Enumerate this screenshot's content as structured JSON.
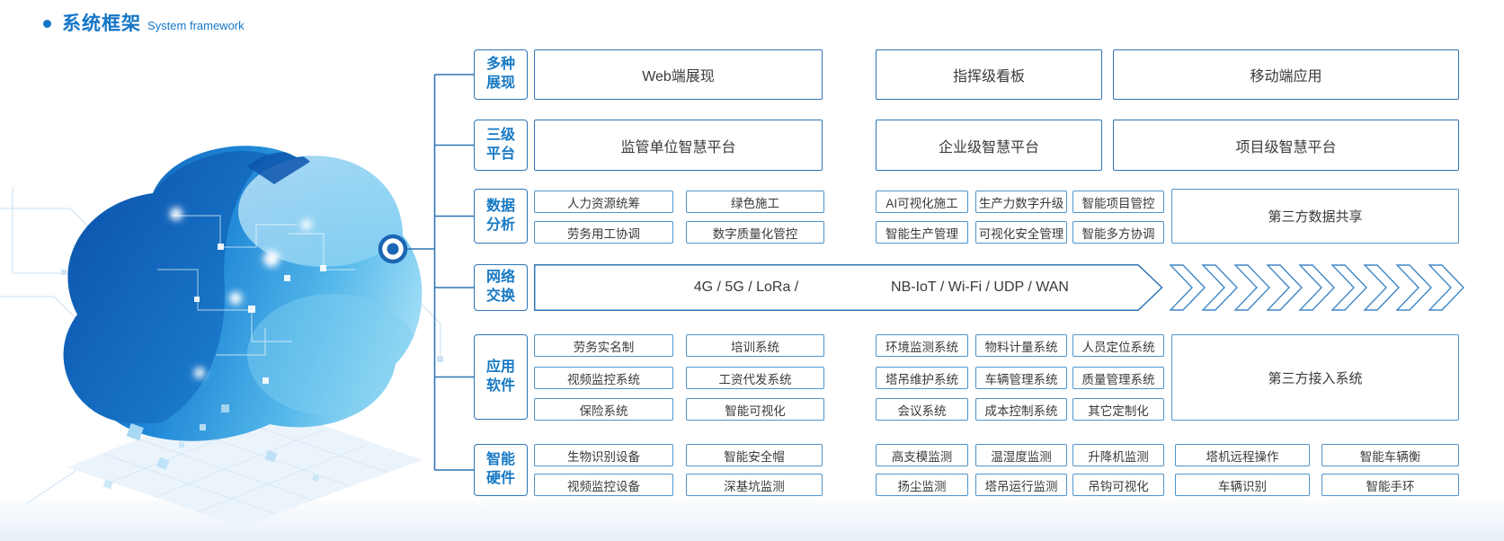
{
  "title": {
    "zh": "系统框架",
    "en": "System framework"
  },
  "colors": {
    "accent_blue": "#1576c8",
    "connector_line": "#2e75b6",
    "box_border": "#4e94cc",
    "box_text": "#3a3a3a",
    "cloud_dark": "#0e5cb5",
    "cloud_light": "#a5e0f7"
  },
  "rows": [
    {
      "label": [
        "多种",
        "展现"
      ],
      "boxes": [
        "Web端展现",
        "指挥级看板",
        "移动端应用"
      ]
    },
    {
      "label": [
        "三级",
        "平台"
      ],
      "boxes": [
        "监管单位智慧平台",
        "企业级智慧平台",
        "项目级智慧平台"
      ]
    },
    {
      "label": [
        "数据",
        "分析"
      ],
      "grid": [
        [
          "人力资源统筹",
          "绿色施工",
          "AI可视化施工",
          "生产力数字升级",
          "智能项目管控"
        ],
        [
          "劳务用工协调",
          "数字质量化管控",
          "智能生产管理",
          "可视化安全管理",
          "智能多方协调"
        ]
      ],
      "side": "第三方数据共享"
    },
    {
      "label": [
        "网络",
        "交换"
      ],
      "net_left": "4G / 5G / LoRa /",
      "net_right": "NB-IoT / Wi-Fi / UDP / WAN"
    },
    {
      "label": [
        "应用",
        "软件"
      ],
      "grid": [
        [
          "劳务实名制",
          "培训系统",
          "环境监测系统",
          "物料计量系统",
          "人员定位系统"
        ],
        [
          "视频监控系统",
          "工资代发系统",
          "塔吊维护系统",
          "车辆管理系统",
          "质量管理系统"
        ],
        [
          "保险系统",
          "智能可视化",
          "会议系统",
          "成本控制系统",
          "其它定制化"
        ]
      ],
      "side": "第三方接入系统"
    },
    {
      "label": [
        "智能",
        "硬件"
      ],
      "grid": [
        [
          "生物识别设备",
          "智能安全帽",
          "高支模监测",
          "温湿度监测",
          "升降机监测",
          "塔机远程操作",
          "智能车辆衡"
        ],
        [
          "视频监控设备",
          "深基坑监测",
          "扬尘监测",
          "塔吊运行监测",
          "吊钩可视化",
          "车辆识别",
          "智能手环"
        ]
      ]
    }
  ]
}
